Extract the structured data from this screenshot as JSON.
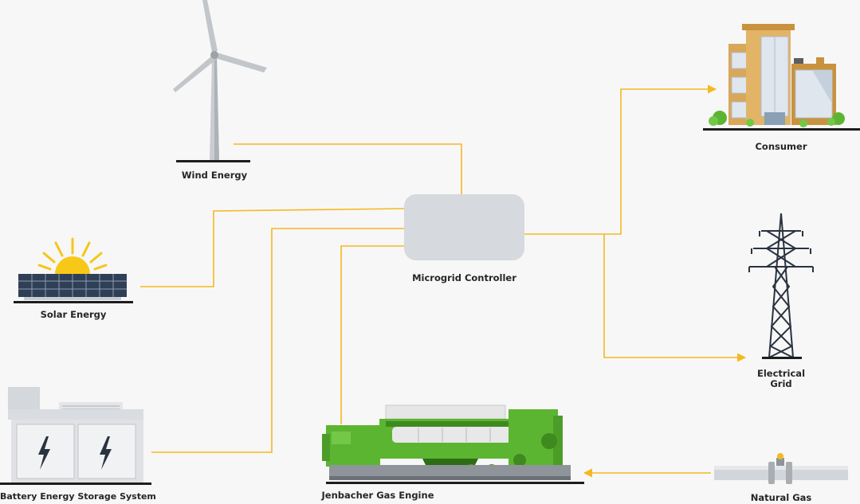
{
  "nodes": {
    "wind": {
      "label": "Wind Energy"
    },
    "solar": {
      "label": "Solar Energy"
    },
    "battery": {
      "label": "Battery Energy Storage System"
    },
    "controller": {
      "label": "Microgrid Controller"
    },
    "engine": {
      "label": "Jenbacher Gas Engine"
    },
    "consumer": {
      "label": "Consumer"
    },
    "grid": {
      "label_line1": "Electrical",
      "label_line2": "Grid"
    },
    "gas": {
      "label": "Natural Gas"
    }
  },
  "colors": {
    "connector": "#f5b820",
    "controller_fill": "#d6d9dd",
    "engine_green": "#5cb531",
    "building": "#d9a75a",
    "ground": "#1d1d1d"
  }
}
